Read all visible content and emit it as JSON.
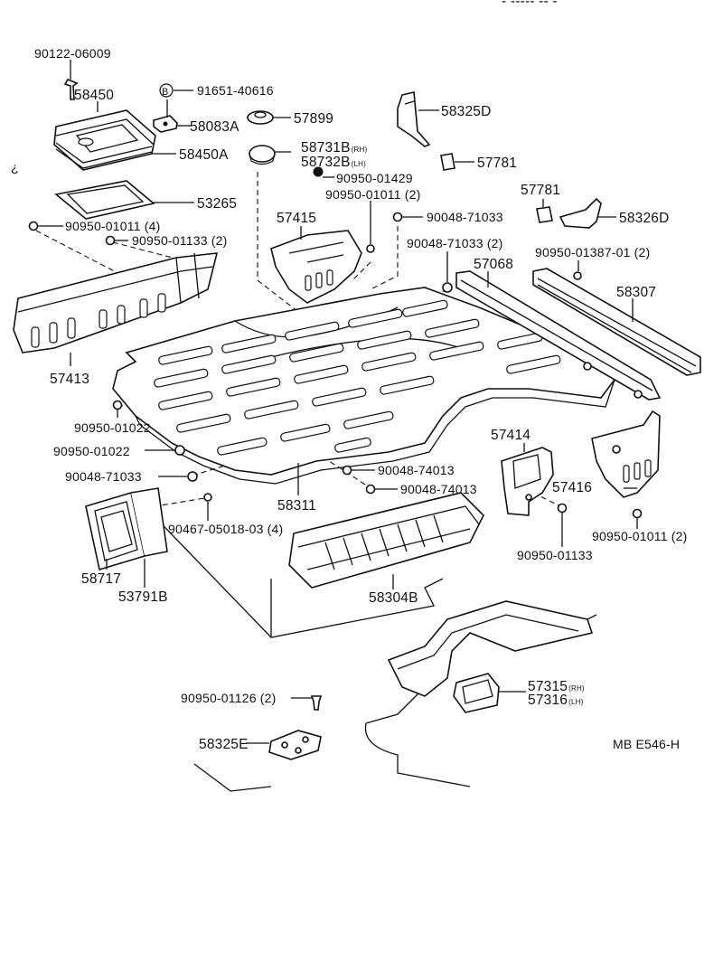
{
  "header_fragment": "- -----  -- -",
  "diagram_code": "MB E546-H",
  "stray_mark": "¿",
  "labels": {
    "p90122": "90122-06009",
    "p58450": "58450",
    "p91651_badge": "B",
    "p91651": "91651-40616",
    "p58083A": "58083A",
    "p57899": "57899",
    "p58450A": "58450A",
    "p58731B": "58731B",
    "p58731B_side": "(RH)",
    "p58732B": "58732B",
    "p58732B_side": "(LH)",
    "p90950_01429": "90950-01429",
    "p90950_01011_2a": "90950-01011 (2)",
    "p58325D": "58325D",
    "p57781a": "57781",
    "p57781b": "57781",
    "p58326D": "58326D",
    "p53265": "53265",
    "p57415": "57415",
    "p90048_71033a": "90048-71033",
    "p90048_71033_2": "90048-71033 (2)",
    "p90950_01011_4": "90950-01011 (4)",
    "p90950_01133_2": "90950-01133 (2)",
    "p57068": "57068",
    "p90950_01387": "90950-01387-01 (2)",
    "p58307": "58307",
    "p57413": "57413",
    "p90950_01022a": "90950-01022",
    "p90950_01022b": "90950-01022",
    "p90048_71033b": "90048-71033",
    "p90048_74013a": "90048-74013",
    "p90048_74013b": "90048-74013",
    "p58311": "58311",
    "p57414": "57414",
    "p57416": "57416",
    "p90467": "90467-05018-03 (4)",
    "p90950_01011_2b": "90950-01011 (2)",
    "p90950_01133": "90950-01133",
    "p58717": "58717",
    "p53791B": "53791B",
    "p58304B": "58304B",
    "p57315": "57315",
    "p57315_side": "(RH)",
    "p57316": "57316",
    "p57316_side": "(LH)",
    "p90950_01126": "90950-01126 (2)",
    "p58325E": "58325E"
  }
}
